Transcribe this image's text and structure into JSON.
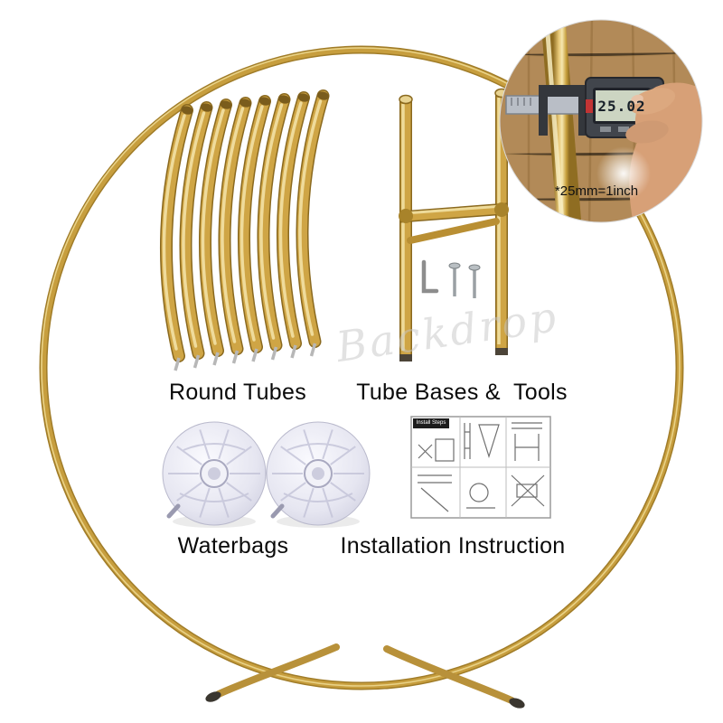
{
  "labels": {
    "round_tubes": "Round Tubes",
    "tube_bases_tools": "Tube Bases &  Tools",
    "waterbags": "Waterbags",
    "installation_instruction": "Installation Instruction",
    "watermark": "Backdrop"
  },
  "inset": {
    "caliper_reading": "25.02",
    "note": "*25mm=1inch"
  },
  "instruction_sheet": {
    "title": "Install Steps"
  },
  "colors": {
    "gold": "#c79e3e",
    "gold_dark": "#8a691f",
    "gold_highlight": "#f3e2a6",
    "waterbag": "#e6e6f1",
    "lcd_screen": "#ccd5c2",
    "wood": "#b28a58",
    "caliper_body": "#41454c",
    "accent_red": "#c23434"
  }
}
